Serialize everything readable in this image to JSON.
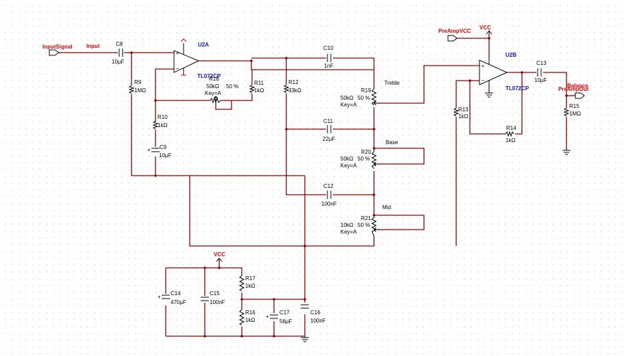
{
  "ports": {
    "input_signal": "InputSignal",
    "preamp_vcc": "PreAmpVCC",
    "preamp_out": "PreAmpOut",
    "balance": "Balance"
  },
  "nets": {
    "input": "Input",
    "vcc": "VCC"
  },
  "opamps": {
    "u2a_ref": "U2A",
    "u2a_type": "TL072CP",
    "u2b_ref": "U2B",
    "u2b_type": "TL072CP"
  },
  "components": {
    "c8_ref": "C8",
    "c8_val": "10µF",
    "r9_ref": "R9",
    "r9_val": "1MΩ",
    "r10_ref": "R10",
    "r10_val": "1kΩ",
    "c9_ref": "C9",
    "c9_val": "10µF",
    "r18_ref": "R18",
    "r18_val": "50kΩ",
    "r18_pct": "50 %",
    "r18_key": "Key=A",
    "r11_ref": "R11",
    "r11_val": "1kΩ",
    "r12_ref": "R12",
    "r12_val": "33kΩ",
    "c10_ref": "C10",
    "c10_val": "1nF",
    "c11_ref": "C11",
    "c11_val": "22µF",
    "c12_ref": "C12",
    "c12_val": "100nF",
    "r19_ref": "R19",
    "r19_val": "50kΩ",
    "r19_pct": "50 %",
    "r19_key": "Key=A",
    "r19_name": "Treble",
    "r20_ref": "R20",
    "r20_val": "50kΩ",
    "r20_pct": "50 %",
    "r20_key": "Key=A",
    "r20_name": "Base",
    "r21_ref": "R21",
    "r21_val": "10kΩ",
    "r21_pct": "50 %",
    "r21_key": "Key=A",
    "r21_name": "Mid",
    "r13_ref": "R13",
    "r13_val": "1kΩ",
    "r14_ref": "R14",
    "r14_val": "1kΩ",
    "c13_ref": "C13",
    "c13_val": "10µF",
    "r15_ref": "R15",
    "r15_val": "1MΩ",
    "c14_ref": "C14",
    "c14_val": "470µF",
    "c15_ref": "C15",
    "c15_val": "100nF",
    "r17_ref": "R17",
    "r17_val": "1kΩ",
    "r16_ref": "R16",
    "r16_val": "1kΩ",
    "c17_ref": "C17",
    "c17_val": "56µF",
    "c16_ref": "C16",
    "c16_val": "100nF"
  },
  "colors": {
    "wire": "#8b0000",
    "port_label": "#e00000",
    "opamp_label": "#1010c0",
    "component": "#000000",
    "grid_dot": "#b8b8b8"
  }
}
